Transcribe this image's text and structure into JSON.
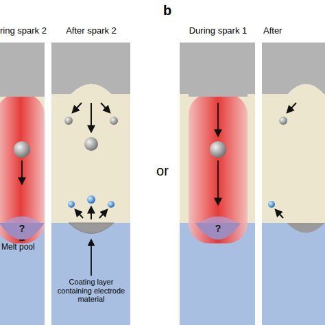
{
  "diagram": {
    "nodes": [
      {
        "text": [
          "?"
        ]
      },
      {
        "text": [
          "?"
        ]
      }
    ],
    "labels": [
      "ring spark 2",
      "After spark 2",
      "Melt pool",
      "Coating layer containing electrode material",
      "or",
      "b",
      "During spark 1",
      "After"
    ]
  }
}
